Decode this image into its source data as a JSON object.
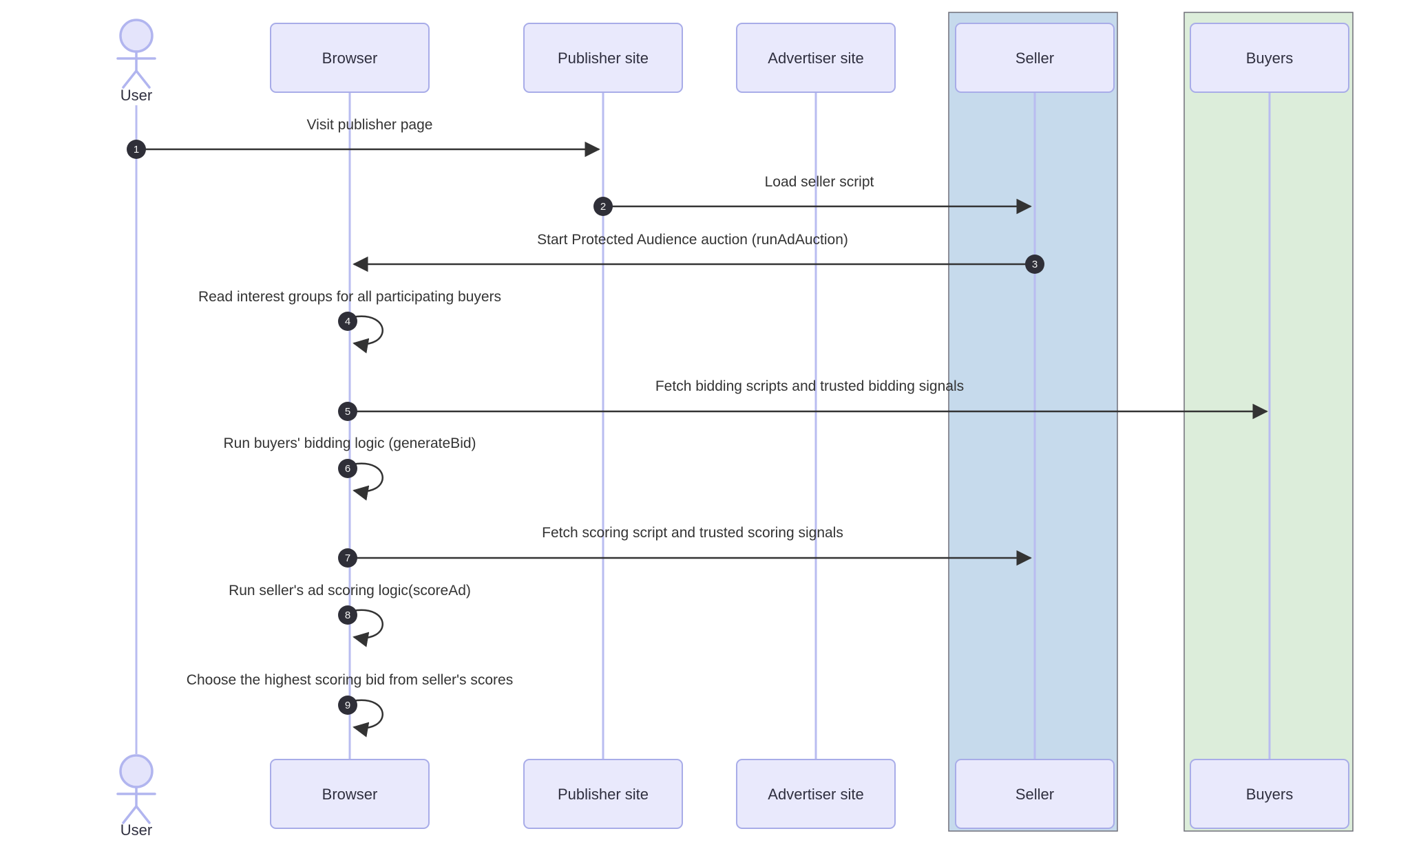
{
  "diagram_type": "sequence-diagram",
  "participants": [
    {
      "label": "User",
      "type": "actor"
    },
    {
      "label": "Browser",
      "type": "participant"
    },
    {
      "label": "Publisher site",
      "type": "participant"
    },
    {
      "label": "Advertiser site",
      "type": "participant"
    },
    {
      "label": "Seller",
      "type": "participant",
      "highlight": "blue"
    },
    {
      "label": "Buyers",
      "type": "participant",
      "highlight": "green"
    }
  ],
  "messages": [
    {
      "num": "1",
      "text": "Visit publisher page",
      "from": "User",
      "to": "Publisher site",
      "kind": "arrow"
    },
    {
      "num": "2",
      "text": "Load seller script",
      "from": "Publisher site",
      "to": "Seller",
      "kind": "arrow"
    },
    {
      "num": "3",
      "text": "Start Protected Audience auction (runAdAuction)",
      "from": "Seller",
      "to": "Browser",
      "kind": "arrow"
    },
    {
      "num": "4",
      "text": "Read interest groups for all participating buyers",
      "from": "Browser",
      "to": "Browser",
      "kind": "self"
    },
    {
      "num": "5",
      "text": "Fetch bidding scripts and trusted bidding signals",
      "from": "Browser",
      "to": "Buyers",
      "kind": "arrow"
    },
    {
      "num": "6",
      "text": "Run buyers' bidding logic (generateBid)",
      "from": "Browser",
      "to": "Browser",
      "kind": "self"
    },
    {
      "num": "7",
      "text": "Fetch scoring script and trusted scoring signals",
      "from": "Browser",
      "to": "Seller",
      "kind": "arrow"
    },
    {
      "num": "8",
      "text": "Run seller's ad scoring logic(scoreAd)",
      "from": "Browser",
      "to": "Browser",
      "kind": "self"
    },
    {
      "num": "9",
      "text": "Choose the highest scoring bid from seller's scores",
      "from": "Browser",
      "to": "Browser",
      "kind": "self"
    }
  ],
  "colors": {
    "seller_highlight": "#c6daec",
    "buyers_highlight": "#dcedda",
    "actor_fill": "#e9e9fc",
    "actor_border": "#a8ace8",
    "lifeline": "#b9bcf0",
    "arrow": "#333333",
    "text": "#333333",
    "seq_badge": "#2f2f38"
  }
}
